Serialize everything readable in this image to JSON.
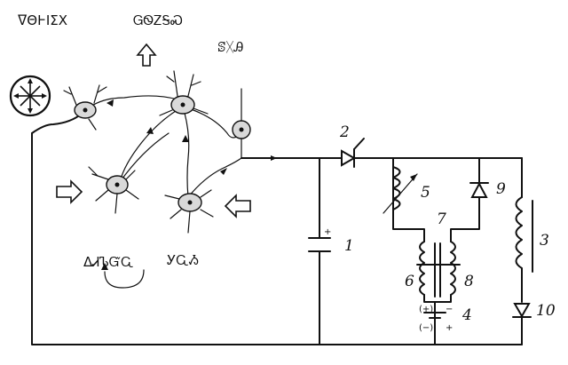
{
  "symbols": {
    "top_left": "ᐁΘͰΙΣΧ",
    "top_mid": "ᏀᏫᏃᎦᏍ",
    "top_right": "ꕷᚷᎯ",
    "bottom_left": "ΔᏗᏖᏳᏩ",
    "bottom_mid": "ᎩᏩᏱ"
  },
  "components": {
    "c1": "1",
    "c2": "2",
    "c3": "3",
    "c4": "4",
    "c5": "5",
    "c6": "6",
    "c7": "7",
    "c8": "8",
    "c9": "9",
    "c10": "10"
  },
  "polarity": {
    "cap_plus": "+",
    "battery_top_left": "(+)",
    "battery_top_right": "−",
    "battery_bottom_left": "(−)",
    "battery_bottom_right": "+"
  },
  "colors": {
    "ink": "#111111",
    "neuron_fill": "#d9d9d9"
  }
}
